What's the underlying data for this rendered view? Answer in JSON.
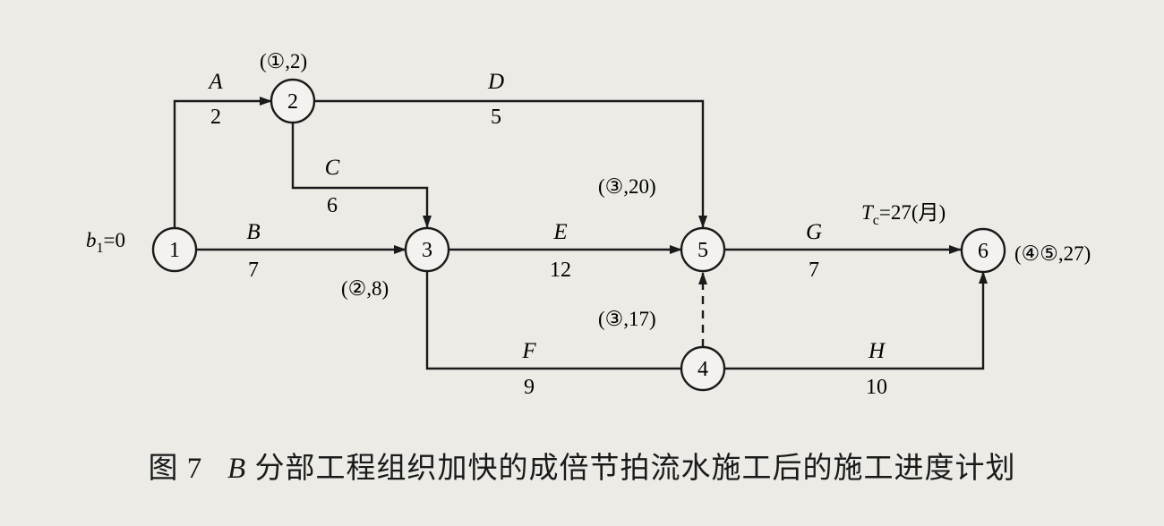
{
  "nodes": [
    {
      "id": "1",
      "label": "1"
    },
    {
      "id": "2",
      "label": "2"
    },
    {
      "id": "3",
      "label": "3"
    },
    {
      "id": "4",
      "label": "4"
    },
    {
      "id": "5",
      "label": "5"
    },
    {
      "id": "6",
      "label": "6"
    }
  ],
  "activities": [
    {
      "name": "A",
      "duration": "2",
      "from": "1",
      "to": "2"
    },
    {
      "name": "D",
      "duration": "5",
      "from": "2",
      "to": "5"
    },
    {
      "name": "C",
      "duration": "6",
      "from": "2",
      "to": "3"
    },
    {
      "name": "B",
      "duration": "7",
      "from": "1",
      "to": "3"
    },
    {
      "name": "E",
      "duration": "12",
      "from": "3",
      "to": "5"
    },
    {
      "name": "G",
      "duration": "7",
      "from": "5",
      "to": "6"
    },
    {
      "name": "F",
      "duration": "9",
      "from": "3",
      "to": "4"
    },
    {
      "name": "H",
      "duration": "10",
      "from": "4",
      "to": "6"
    }
  ],
  "dummy_activities": [
    {
      "from": "4",
      "to": "5"
    }
  ],
  "annotations": {
    "node1": "b₁=0",
    "node2": "(①,2)",
    "node3": "(②,8)",
    "node4": "(③,17)",
    "node5": "(③,20)",
    "node6": "(④⑤,27)",
    "tc": "Tᴄ=27(月)"
  },
  "annotation_parts": {
    "b_main": "b",
    "b_sub": "1",
    "b_rest": "=0",
    "tc_main": "T",
    "tc_sub": "c",
    "tc_rest": "=27(月)"
  },
  "caption": {
    "figure": "图 7",
    "italic": "B",
    "text": "分部工程组织加快的成倍节拍流水施工后的施工进度计划"
  }
}
